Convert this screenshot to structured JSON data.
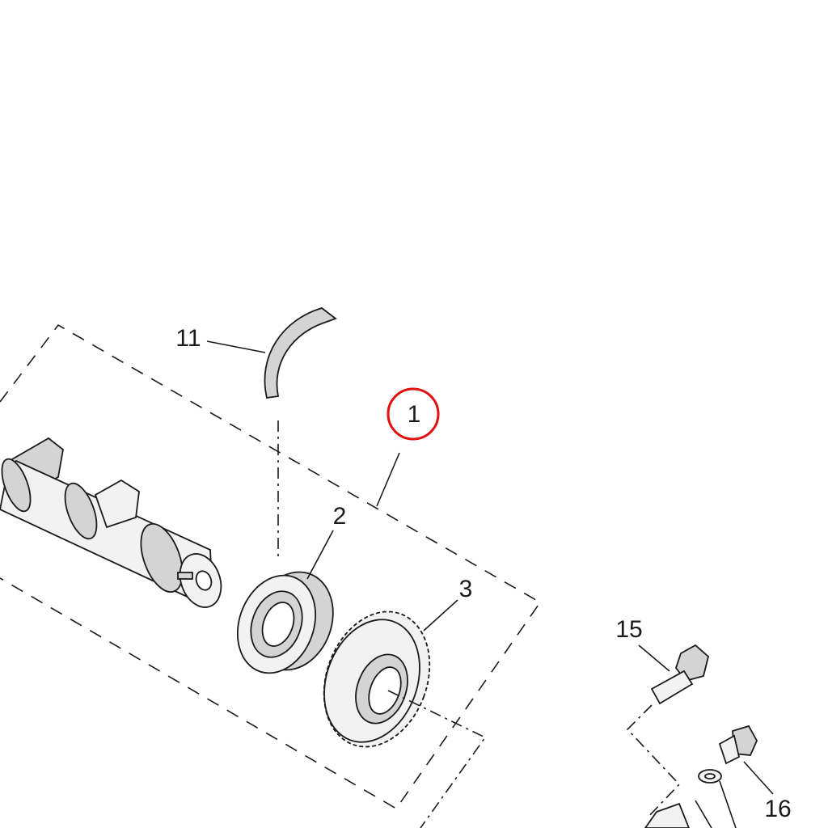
{
  "diagram": {
    "callouts": [
      {
        "id": "callout-11",
        "text": "11"
      },
      {
        "id": "callout-1",
        "text": "1",
        "highlighted": true
      },
      {
        "id": "callout-2",
        "text": "2"
      },
      {
        "id": "callout-3",
        "text": "3"
      },
      {
        "id": "callout-15",
        "text": "15"
      },
      {
        "id": "callout-16",
        "text": "16"
      }
    ],
    "colors": {
      "ink": "#1a1a1a",
      "highlight": "#e01010",
      "background": "#ffffff"
    }
  }
}
